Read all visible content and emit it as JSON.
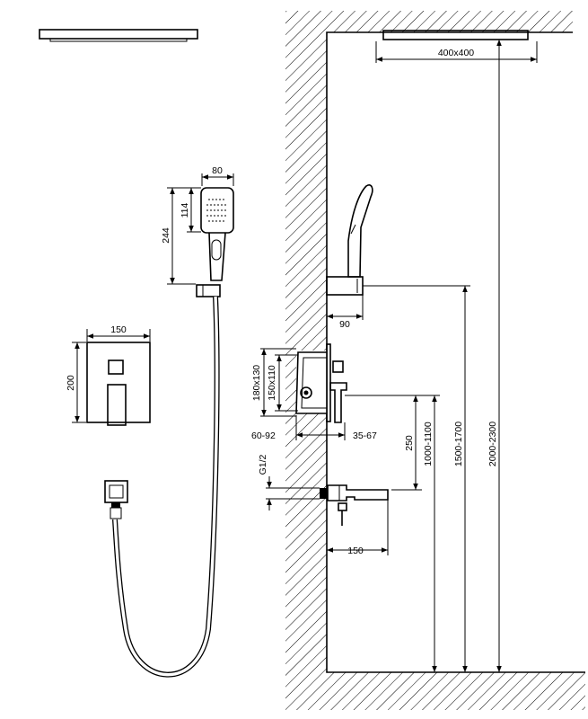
{
  "dimensions": {
    "head_size": "400x400",
    "handshower_width": "80",
    "handshower_head_height": "114",
    "handshower_length": "244",
    "holder_projection": "90",
    "plate_width": "150",
    "plate_height": "200",
    "box_outer": "180x130",
    "box_inner": "150x110",
    "box_depth": "60-92",
    "handle_projection": "35-67",
    "spout_offset": "250",
    "thread": "G1/2",
    "spout_length": "150",
    "mixer_height": "1000-1100",
    "holder_height": "1500-1700",
    "head_height": "2000-2300"
  },
  "colors": {
    "line": "#000000",
    "background": "#ffffff"
  }
}
